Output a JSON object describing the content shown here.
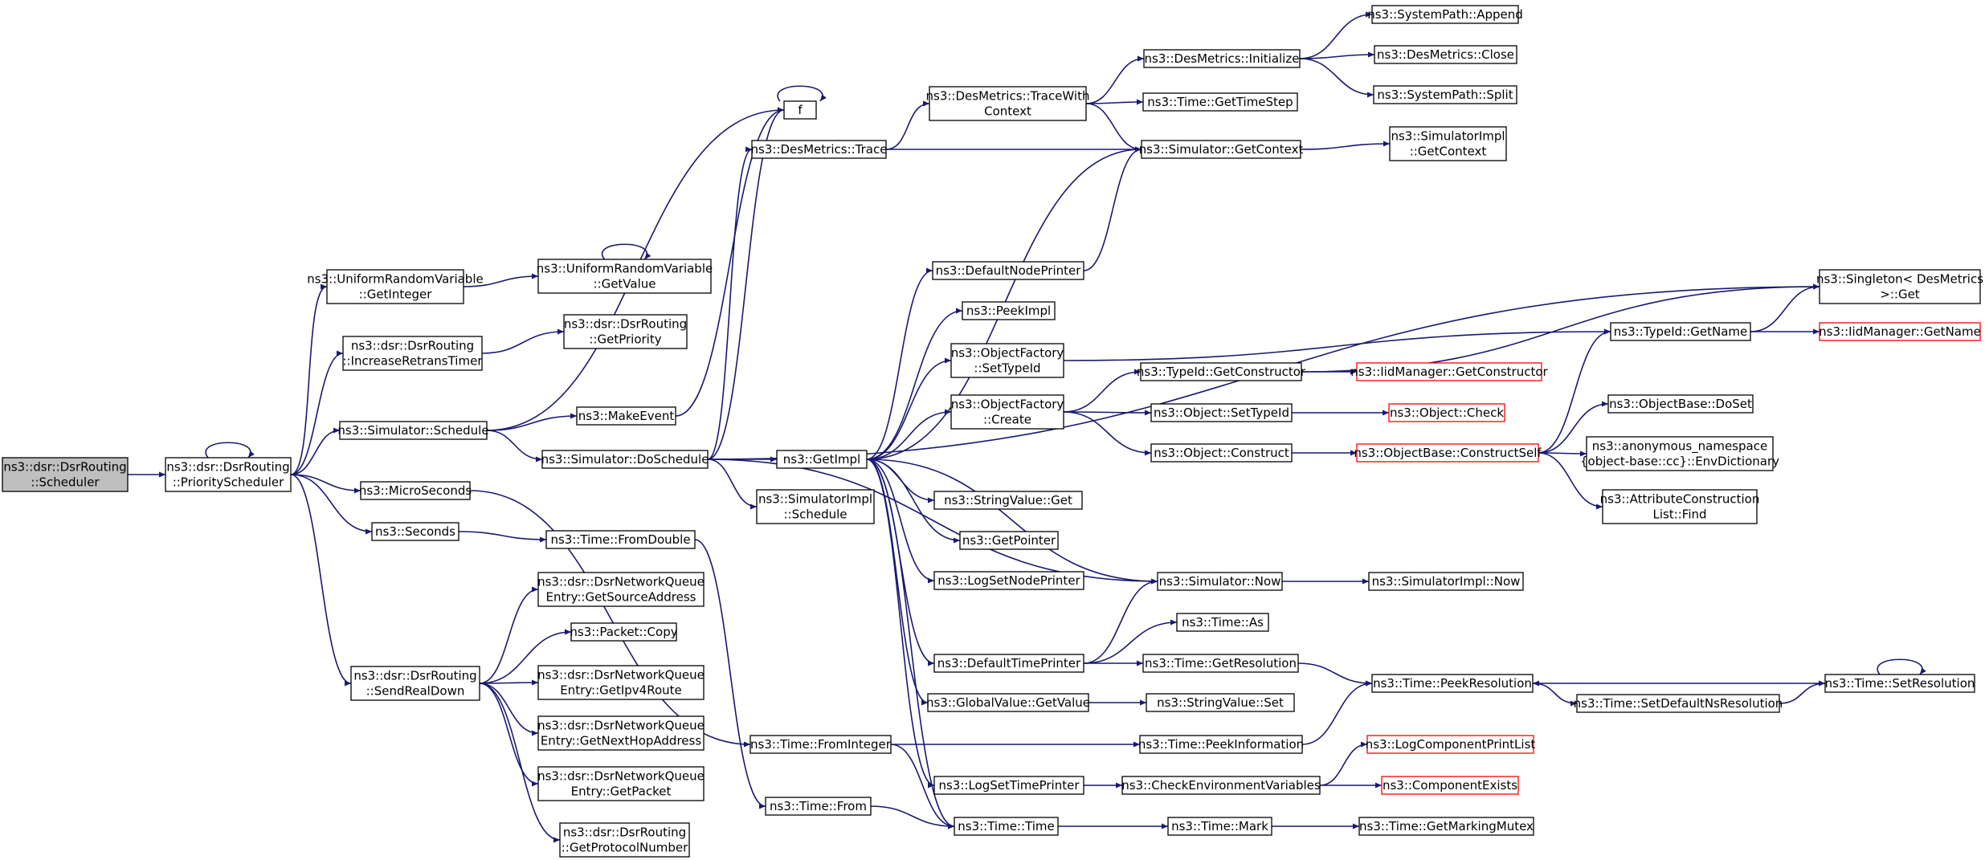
{
  "colors": {
    "edge": "#191970",
    "node_border": "#000000",
    "highlight_border": "#ff0000",
    "root_fill": "#bfbfbf",
    "node_fill": "#ffffff"
  },
  "nodes": [
    {
      "id": "scheduler",
      "lines": [
        "ns3::dsr::DsrRouting",
        "::Scheduler"
      ],
      "style": "root"
    },
    {
      "id": "priority_scheduler",
      "lines": [
        "ns3::dsr::DsrRouting",
        "::PriorityScheduler"
      ],
      "style": "normal"
    },
    {
      "id": "urv_getinteger",
      "lines": [
        "ns3::UniformRandomVariable",
        "::GetInteger"
      ],
      "style": "normal"
    },
    {
      "id": "urv_getvalue",
      "lines": [
        "ns3::UniformRandomVariable",
        "::GetValue"
      ],
      "style": "normal"
    },
    {
      "id": "increase_retrans",
      "lines": [
        "ns3::dsr::DsrRouting",
        "::IncreaseRetransTimer"
      ],
      "style": "normal"
    },
    {
      "id": "get_priority",
      "lines": [
        "ns3::dsr::DsrRouting",
        "::GetPriority"
      ],
      "style": "normal"
    },
    {
      "id": "sim_schedule",
      "lines": [
        "ns3::Simulator::Schedule"
      ],
      "style": "normal"
    },
    {
      "id": "microseconds",
      "lines": [
        "ns3::MicroSeconds"
      ],
      "style": "normal"
    },
    {
      "id": "seconds",
      "lines": [
        "ns3::Seconds"
      ],
      "style": "normal"
    },
    {
      "id": "send_real_down",
      "lines": [
        "ns3::dsr::DsrRouting",
        "::SendRealDown"
      ],
      "style": "normal"
    },
    {
      "id": "f",
      "lines": [
        "f"
      ],
      "style": "normal"
    },
    {
      "id": "des_trace",
      "lines": [
        "ns3::DesMetrics::Trace"
      ],
      "style": "normal"
    },
    {
      "id": "make_event",
      "lines": [
        "ns3::MakeEvent"
      ],
      "style": "normal"
    },
    {
      "id": "sim_doschedule",
      "lines": [
        "ns3::Simulator::DoSchedule"
      ],
      "style": "normal"
    },
    {
      "id": "time_fromdouble",
      "lines": [
        "ns3::Time::FromDouble"
      ],
      "style": "normal"
    },
    {
      "id": "nq_srcaddr",
      "lines": [
        "ns3::dsr::DsrNetworkQueue",
        "Entry::GetSourceAddress"
      ],
      "style": "normal"
    },
    {
      "id": "packet_copy",
      "lines": [
        "ns3::Packet::Copy"
      ],
      "style": "normal"
    },
    {
      "id": "nq_ipv4route",
      "lines": [
        "ns3::dsr::DsrNetworkQueue",
        "Entry::GetIpv4Route"
      ],
      "style": "normal"
    },
    {
      "id": "nq_nexthop",
      "lines": [
        "ns3::dsr::DsrNetworkQueue",
        "Entry::GetNextHopAddress"
      ],
      "style": "normal"
    },
    {
      "id": "nq_packet",
      "lines": [
        "ns3::dsr::DsrNetworkQueue",
        "Entry::GetPacket"
      ],
      "style": "normal"
    },
    {
      "id": "get_protocol_number",
      "lines": [
        "ns3::dsr::DsrRouting",
        "::GetProtocolNumber"
      ],
      "style": "normal"
    },
    {
      "id": "des_tracewithcontext",
      "lines": [
        "ns3::DesMetrics::TraceWith",
        "Context"
      ],
      "style": "normal"
    },
    {
      "id": "default_node_printer",
      "lines": [
        "ns3::DefaultNodePrinter"
      ],
      "style": "normal"
    },
    {
      "id": "peek_impl",
      "lines": [
        "ns3::PeekImpl"
      ],
      "style": "normal"
    },
    {
      "id": "of_settypeid",
      "lines": [
        "ns3::ObjectFactory",
        "::SetTypeId"
      ],
      "style": "normal"
    },
    {
      "id": "of_create",
      "lines": [
        "ns3::ObjectFactory",
        "::Create"
      ],
      "style": "normal"
    },
    {
      "id": "get_impl",
      "lines": [
        "ns3::GetImpl"
      ],
      "style": "normal"
    },
    {
      "id": "simimpl_schedule",
      "lines": [
        "ns3::SimulatorImpl",
        "::Schedule"
      ],
      "style": "normal"
    },
    {
      "id": "stringvalue_get",
      "lines": [
        "ns3::StringValue::Get"
      ],
      "style": "normal"
    },
    {
      "id": "get_pointer",
      "lines": [
        "ns3::GetPointer"
      ],
      "style": "normal"
    },
    {
      "id": "log_set_node_printer",
      "lines": [
        "ns3::LogSetNodePrinter"
      ],
      "style": "normal"
    },
    {
      "id": "default_time_printer",
      "lines": [
        "ns3::DefaultTimePrinter"
      ],
      "style": "normal"
    },
    {
      "id": "globalvalue_getvalue",
      "lines": [
        "ns3::GlobalValue::GetValue"
      ],
      "style": "normal"
    },
    {
      "id": "time_frominteger",
      "lines": [
        "ns3::Time::FromInteger"
      ],
      "style": "normal"
    },
    {
      "id": "time_from",
      "lines": [
        "ns3::Time::From"
      ],
      "style": "normal"
    },
    {
      "id": "log_set_time_printer",
      "lines": [
        "ns3::LogSetTimePrinter"
      ],
      "style": "normal"
    },
    {
      "id": "time_time",
      "lines": [
        "ns3::Time::Time"
      ],
      "style": "normal"
    },
    {
      "id": "des_initialize",
      "lines": [
        "ns3::DesMetrics::Initialize"
      ],
      "style": "normal"
    },
    {
      "id": "time_gettimestep",
      "lines": [
        "ns3::Time::GetTimeStep"
      ],
      "style": "normal"
    },
    {
      "id": "sim_getcontext",
      "lines": [
        "ns3::Simulator::GetContext"
      ],
      "style": "normal"
    },
    {
      "id": "typeid_getconstructor",
      "lines": [
        "ns3::TypeId::GetConstructor"
      ],
      "style": "normal"
    },
    {
      "id": "object_settypeid",
      "lines": [
        "ns3::Object::SetTypeId"
      ],
      "style": "normal"
    },
    {
      "id": "object_construct",
      "lines": [
        "ns3::Object::Construct"
      ],
      "style": "normal"
    },
    {
      "id": "sim_now",
      "lines": [
        "ns3::Simulator::Now"
      ],
      "style": "normal"
    },
    {
      "id": "time_as",
      "lines": [
        "ns3::Time::As"
      ],
      "style": "normal"
    },
    {
      "id": "time_getresolution",
      "lines": [
        "ns3::Time::GetResolution"
      ],
      "style": "normal"
    },
    {
      "id": "stringvalue_set",
      "lines": [
        "ns3::StringValue::Set"
      ],
      "style": "normal"
    },
    {
      "id": "time_peekinformation",
      "lines": [
        "ns3::Time::PeekInformation"
      ],
      "style": "normal"
    },
    {
      "id": "check_env_vars",
      "lines": [
        "ns3::CheckEnvironmentVariables"
      ],
      "style": "normal"
    },
    {
      "id": "time_mark",
      "lines": [
        "ns3::Time::Mark"
      ],
      "style": "normal"
    },
    {
      "id": "systempath_append",
      "lines": [
        "ns3::SystemPath::Append"
      ],
      "style": "normal"
    },
    {
      "id": "des_close",
      "lines": [
        "ns3::DesMetrics::Close"
      ],
      "style": "normal"
    },
    {
      "id": "systempath_split",
      "lines": [
        "ns3::SystemPath::Split"
      ],
      "style": "normal"
    },
    {
      "id": "simimpl_getcontext",
      "lines": [
        "ns3::SimulatorImpl",
        "::GetContext"
      ],
      "style": "normal"
    },
    {
      "id": "iidmanager_getconstructor",
      "lines": [
        "ns3::IidManager::GetConstructor"
      ],
      "style": "highlight"
    },
    {
      "id": "object_check",
      "lines": [
        "ns3::Object::Check"
      ],
      "style": "highlight"
    },
    {
      "id": "objectbase_constructself",
      "lines": [
        "ns3::ObjectBase::ConstructSelf"
      ],
      "style": "highlight"
    },
    {
      "id": "simimpl_now",
      "lines": [
        "ns3::SimulatorImpl::Now"
      ],
      "style": "normal"
    },
    {
      "id": "time_peekresolution",
      "lines": [
        "ns3::Time::PeekResolution"
      ],
      "style": "normal"
    },
    {
      "id": "log_component_print_list",
      "lines": [
        "ns3::LogComponentPrintList"
      ],
      "style": "highlight"
    },
    {
      "id": "component_exists",
      "lines": [
        "ns3::ComponentExists"
      ],
      "style": "highlight"
    },
    {
      "id": "time_getmarkingmutex",
      "lines": [
        "ns3::Time::GetMarkingMutex"
      ],
      "style": "normal"
    },
    {
      "id": "typeid_getname",
      "lines": [
        "ns3::TypeId::GetName"
      ],
      "style": "normal"
    },
    {
      "id": "objectbase_doset",
      "lines": [
        "ns3::ObjectBase::DoSet"
      ],
      "style": "normal"
    },
    {
      "id": "env_dictionary",
      "lines": [
        "ns3::anonymous_namespace",
        "{object-base::cc}::EnvDictionary"
      ],
      "style": "normal"
    },
    {
      "id": "attr_construction_find",
      "lines": [
        "ns3::AttributeConstruction",
        "List::Find"
      ],
      "style": "normal"
    },
    {
      "id": "time_setdefaultnsresolution",
      "lines": [
        "ns3::Time::SetDefaultNsResolution"
      ],
      "style": "normal"
    },
    {
      "id": "singleton_get",
      "lines": [
        "ns3::Singleton< DesMetrics",
        " >::Get"
      ],
      "style": "normal"
    },
    {
      "id": "iidmanager_getname",
      "lines": [
        "ns3::IidManager::GetName"
      ],
      "style": "highlight"
    },
    {
      "id": "time_setresolution",
      "lines": [
        "ns3::Time::SetResolution"
      ],
      "style": "normal"
    }
  ],
  "edges": [
    [
      "scheduler",
      "priority_scheduler"
    ],
    [
      "priority_scheduler",
      "priority_scheduler"
    ],
    [
      "priority_scheduler",
      "urv_getinteger"
    ],
    [
      "priority_scheduler",
      "increase_retrans"
    ],
    [
      "priority_scheduler",
      "sim_schedule"
    ],
    [
      "priority_scheduler",
      "microseconds"
    ],
    [
      "priority_scheduler",
      "seconds"
    ],
    [
      "priority_scheduler",
      "send_real_down"
    ],
    [
      "urv_getinteger",
      "urv_getvalue"
    ],
    [
      "urv_getvalue",
      "urv_getvalue"
    ],
    [
      "increase_retrans",
      "get_priority"
    ],
    [
      "sim_schedule",
      "f"
    ],
    [
      "sim_schedule",
      "make_event"
    ],
    [
      "sim_schedule",
      "sim_doschedule"
    ],
    [
      "make_event",
      "f"
    ],
    [
      "f",
      "f"
    ],
    [
      "microseconds",
      "time_frominteger"
    ],
    [
      "seconds",
      "time_fromdouble"
    ],
    [
      "time_fromdouble",
      "time_from"
    ],
    [
      "send_real_down",
      "nq_srcaddr"
    ],
    [
      "send_real_down",
      "packet_copy"
    ],
    [
      "send_real_down",
      "nq_ipv4route"
    ],
    [
      "send_real_down",
      "nq_nexthop"
    ],
    [
      "send_real_down",
      "nq_packet"
    ],
    [
      "send_real_down",
      "get_protocol_number"
    ],
    [
      "sim_doschedule",
      "des_trace"
    ],
    [
      "sim_doschedule",
      "f"
    ],
    [
      "sim_doschedule",
      "get_impl"
    ],
    [
      "sim_doschedule",
      "simimpl_schedule"
    ],
    [
      "sim_doschedule",
      "sim_now"
    ],
    [
      "sim_doschedule",
      "singleton_get"
    ],
    [
      "des_trace",
      "des_tracewithcontext"
    ],
    [
      "des_trace",
      "sim_getcontext"
    ],
    [
      "des_tracewithcontext",
      "des_initialize"
    ],
    [
      "des_tracewithcontext",
      "time_gettimestep"
    ],
    [
      "des_tracewithcontext",
      "sim_getcontext"
    ],
    [
      "des_initialize",
      "systempath_append"
    ],
    [
      "des_initialize",
      "des_close"
    ],
    [
      "des_initialize",
      "systempath_split"
    ],
    [
      "sim_getcontext",
      "simimpl_getcontext"
    ],
    [
      "sim_getcontext",
      "get_impl"
    ],
    [
      "get_impl",
      "default_node_printer"
    ],
    [
      "get_impl",
      "peek_impl"
    ],
    [
      "get_impl",
      "of_settypeid"
    ],
    [
      "get_impl",
      "of_create"
    ],
    [
      "get_impl",
      "stringvalue_get"
    ],
    [
      "get_impl",
      "get_pointer"
    ],
    [
      "get_impl",
      "log_set_node_printer"
    ],
    [
      "get_impl",
      "default_time_printer"
    ],
    [
      "get_impl",
      "globalvalue_getvalue"
    ],
    [
      "get_impl",
      "log_set_time_printer"
    ],
    [
      "get_impl",
      "time_time"
    ],
    [
      "default_node_printer",
      "sim_getcontext"
    ],
    [
      "of_settypeid",
      "typeid_getname"
    ],
    [
      "of_create",
      "typeid_getconstructor"
    ],
    [
      "of_create",
      "object_settypeid"
    ],
    [
      "of_create",
      "object_construct"
    ],
    [
      "typeid_getconstructor",
      "iidmanager_getconstructor"
    ],
    [
      "typeid_getconstructor",
      "singleton_get"
    ],
    [
      "object_settypeid",
      "object_check"
    ],
    [
      "object_construct",
      "objectbase_constructself"
    ],
    [
      "objectbase_constructself",
      "typeid_getname"
    ],
    [
      "objectbase_constructself",
      "objectbase_doset"
    ],
    [
      "objectbase_constructself",
      "env_dictionary"
    ],
    [
      "objectbase_constructself",
      "attr_construction_find"
    ],
    [
      "typeid_getname",
      "singleton_get"
    ],
    [
      "typeid_getname",
      "iidmanager_getname"
    ],
    [
      "sim_now",
      "get_impl"
    ],
    [
      "sim_now",
      "simimpl_now"
    ],
    [
      "default_time_printer",
      "sim_now"
    ],
    [
      "default_time_printer",
      "time_as"
    ],
    [
      "default_time_printer",
      "time_getresolution"
    ],
    [
      "time_getresolution",
      "time_peekresolution"
    ],
    [
      "globalvalue_getvalue",
      "stringvalue_set"
    ],
    [
      "time_frominteger",
      "time_peekinformation"
    ],
    [
      "time_frominteger",
      "time_time"
    ],
    [
      "time_from",
      "time_time"
    ],
    [
      "time_peekinformation",
      "time_peekresolution"
    ],
    [
      "time_peekresolution",
      "time_setdefaultnsresolution"
    ],
    [
      "time_setdefaultnsresolution",
      "time_setresolution"
    ],
    [
      "time_setresolution",
      "time_peekresolution"
    ],
    [
      "time_setresolution",
      "time_setresolution"
    ],
    [
      "log_set_time_printer",
      "check_env_vars"
    ],
    [
      "check_env_vars",
      "log_component_print_list"
    ],
    [
      "check_env_vars",
      "component_exists"
    ],
    [
      "time_time",
      "time_mark"
    ],
    [
      "time_mark",
      "time_getmarkingmutex"
    ]
  ]
}
